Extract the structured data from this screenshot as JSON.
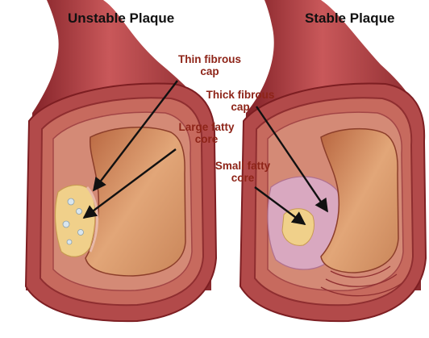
{
  "titles": {
    "unstable": "Unstable Plaque",
    "stable": "Stable Plaque"
  },
  "labels": {
    "thin_cap": {
      "line1": "Thin fibrous",
      "line2": "cap"
    },
    "large_core": {
      "line1": "Large fatty",
      "line2": "core"
    },
    "thick_cap": {
      "line1": "Thick fibrous",
      "line2": "cap"
    },
    "small_core": {
      "line1": "Small fatty",
      "line2": "core"
    }
  },
  "colors": {
    "annotation_text": "#8e2418",
    "title_text": "#111111",
    "outer_wall": "#a63a3c",
    "wall_cut_face": "#c76a5e",
    "lumen": "#dc9a70",
    "fatty_core": "#f0d08a",
    "fibrous_cap_thick": "#d9a8c0",
    "arrow": "#111111"
  }
}
